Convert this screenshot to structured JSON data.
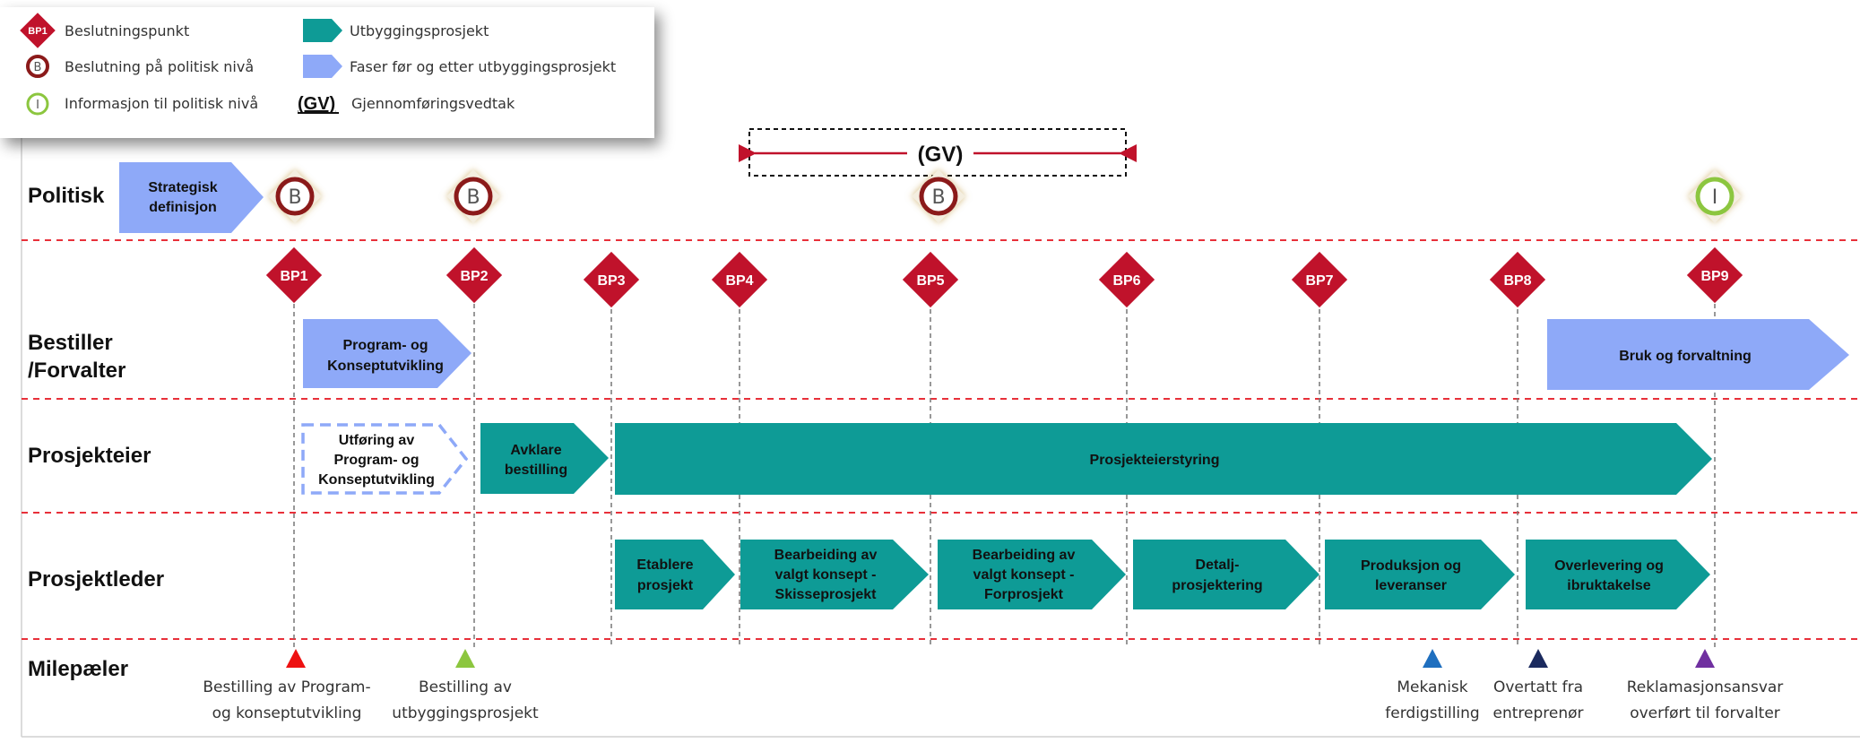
{
  "legend": {
    "items": [
      {
        "icon": "diamond-red",
        "icon_text": "BP1",
        "label": "Beslutningspunkt"
      },
      {
        "icon": "circle-dark-red-B",
        "icon_text": "B",
        "label": "Beslutning på politisk nivå"
      },
      {
        "icon": "circle-green-I",
        "icon_text": "I",
        "label": "Informasjon til politisk nivå"
      },
      {
        "icon": "arrow-teal",
        "icon_text": "",
        "label": "Utbyggingsprosjekt"
      },
      {
        "icon": "arrow-periwinkle",
        "icon_text": "",
        "label": "Faser før og etter utbyggingsprosjekt"
      },
      {
        "icon": "gv-text",
        "icon_text": "(GV)",
        "label": "Gjennomføringsvedtak"
      }
    ]
  },
  "gv_marker": {
    "label": "(GV)"
  },
  "lanes": [
    {
      "id": "politisk",
      "label": "Politisk"
    },
    {
      "id": "bestiller",
      "label": "Bestiller",
      "label2": "/Forvalter"
    },
    {
      "id": "prosjekteier",
      "label": "Prosjekteier"
    },
    {
      "id": "prosjektleder",
      "label": "Prosjektleder"
    },
    {
      "id": "milepaeler",
      "label": "Milepæler"
    }
  ],
  "political_circles": [
    {
      "letter": "B",
      "kind": "beslutning",
      "at": "BP1"
    },
    {
      "letter": "B",
      "kind": "beslutning",
      "at": "BP2"
    },
    {
      "letter": "B",
      "kind": "beslutning",
      "at": "BP5"
    },
    {
      "letter": "I",
      "kind": "informasjon",
      "at": "BP9"
    }
  ],
  "decision_points": [
    "BP1",
    "BP2",
    "BP3",
    "BP4",
    "BP5",
    "BP6",
    "BP7",
    "BP8",
    "BP9"
  ],
  "phases": {
    "politisk": [
      {
        "lines": [
          "Strategisk",
          "definisjon"
        ],
        "style": "periwinkle"
      }
    ],
    "bestiller": [
      {
        "lines": [
          "Program- og",
          "Konseptutvikling"
        ],
        "style": "periwinkle"
      },
      {
        "lines": [
          "Bruk og forvaltning"
        ],
        "style": "periwinkle"
      }
    ],
    "prosjekteier": [
      {
        "lines": [
          "Utføring av",
          "Program- og",
          "Konseptutvikling"
        ],
        "style": "dashed"
      },
      {
        "lines": [
          "Avklare",
          "bestilling"
        ],
        "style": "teal"
      },
      {
        "lines": [
          "Prosjekteierstyring"
        ],
        "style": "teal"
      }
    ],
    "prosjektleder": [
      {
        "lines": [
          "Etablere",
          "prosjekt"
        ],
        "style": "teal"
      },
      {
        "lines": [
          "Bearbeiding av",
          "valgt konsept -",
          "Skisseprosjekt"
        ],
        "style": "teal"
      },
      {
        "lines": [
          "Bearbeiding av",
          "valgt konsept -",
          "Forprosjekt"
        ],
        "style": "teal"
      },
      {
        "lines": [
          "Detalj-",
          "prosjektering"
        ],
        "style": "teal"
      },
      {
        "lines": [
          "Produksjon og",
          "leveranser"
        ],
        "style": "teal"
      },
      {
        "lines": [
          "Overlevering og",
          "ibruktakelse"
        ],
        "style": "teal"
      }
    ]
  },
  "milestones": [
    {
      "lines": [
        "Bestilling av Program-",
        "og konseptutvikling"
      ],
      "color": "#ee1111"
    },
    {
      "lines": [
        "Bestilling av",
        "utbyggingsprosjekt"
      ],
      "color": "#8cc63f"
    },
    {
      "lines": [
        "Mekanisk",
        "ferdigstilling"
      ],
      "color": "#1f6fbf"
    },
    {
      "lines": [
        "Overtatt fra",
        "entreprenør"
      ],
      "color": "#1b2a5e"
    },
    {
      "lines": [
        "Reklamasjonsansvar",
        "overført til forvalter"
      ],
      "color": "#7030a0"
    }
  ],
  "colors": {
    "teal": "#0e9b96",
    "periwinkle": "#8ea9f8",
    "decision_red": "#c0122b",
    "circle_dark_red": "#8b1a1a",
    "circle_green": "#8cc63f",
    "divider_red": "#e8303a"
  }
}
